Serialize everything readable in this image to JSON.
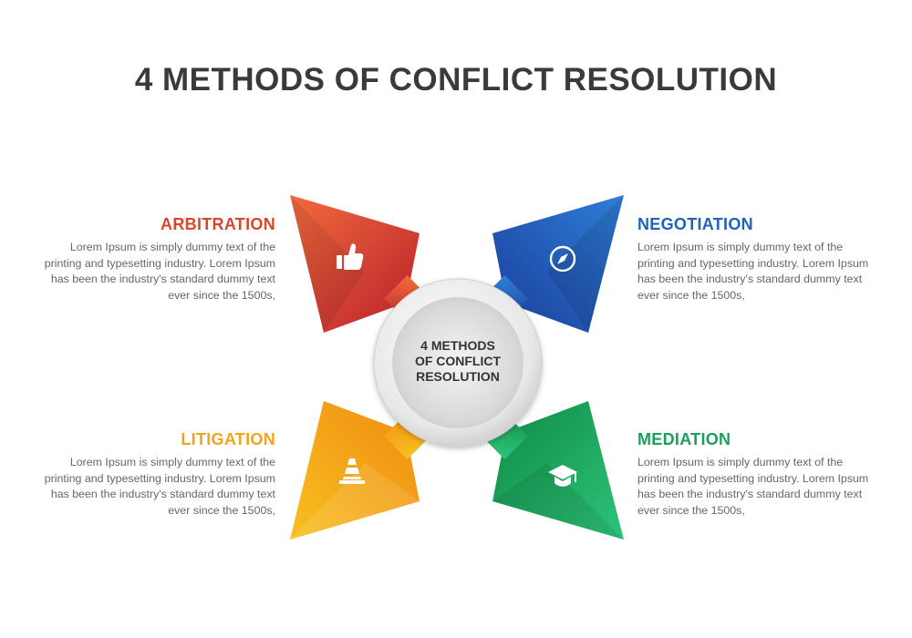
{
  "title": "4 METHODS OF CONFLICT RESOLUTION",
  "center": {
    "lines": [
      "4 METHODS",
      "OF CONFLICT",
      "RESOLUTION"
    ]
  },
  "methods": [
    {
      "key": "arbitration",
      "heading": "ARBITRATION",
      "text": "Lorem Ipsum is simply dummy text of the printing and typesetting industry. Lorem Ipsum has been the industry's standard dummy text ever since the 1500s,",
      "icon": "thumbs-up-icon",
      "colors": {
        "light": "#f26a3d",
        "dark": "#b8202b",
        "heading": "#d8472c"
      }
    },
    {
      "key": "negotiation",
      "heading": "NEGOTIATION",
      "text": "Lorem Ipsum is simply dummy text of the printing and typesetting industry. Lorem Ipsum has been the industry's standard dummy text ever since the 1500s,",
      "icon": "compass-icon",
      "colors": {
        "light": "#2e7fd8",
        "dark": "#1a3c9a",
        "heading": "#1f63b8"
      }
    },
    {
      "key": "litigation",
      "heading": "LITIGATION",
      "text": "Lorem Ipsum is simply dummy text of the printing and typesetting industry. Lorem Ipsum has been the industry's standard dummy text ever since the 1500s,",
      "icon": "traffic-cone-icon",
      "colors": {
        "light": "#f8c020",
        "dark": "#f08a12",
        "heading": "#f0a418"
      }
    },
    {
      "key": "mediation",
      "heading": "MEDIATION",
      "text": "Lorem Ipsum is simply dummy text of the printing and typesetting industry. Lorem Ipsum has been the industry's standard dummy text ever since the 1500s,",
      "icon": "graduation-cap-icon",
      "colors": {
        "light": "#2ec47a",
        "dark": "#0f8a44",
        "heading": "#1aa05a"
      }
    }
  ]
}
